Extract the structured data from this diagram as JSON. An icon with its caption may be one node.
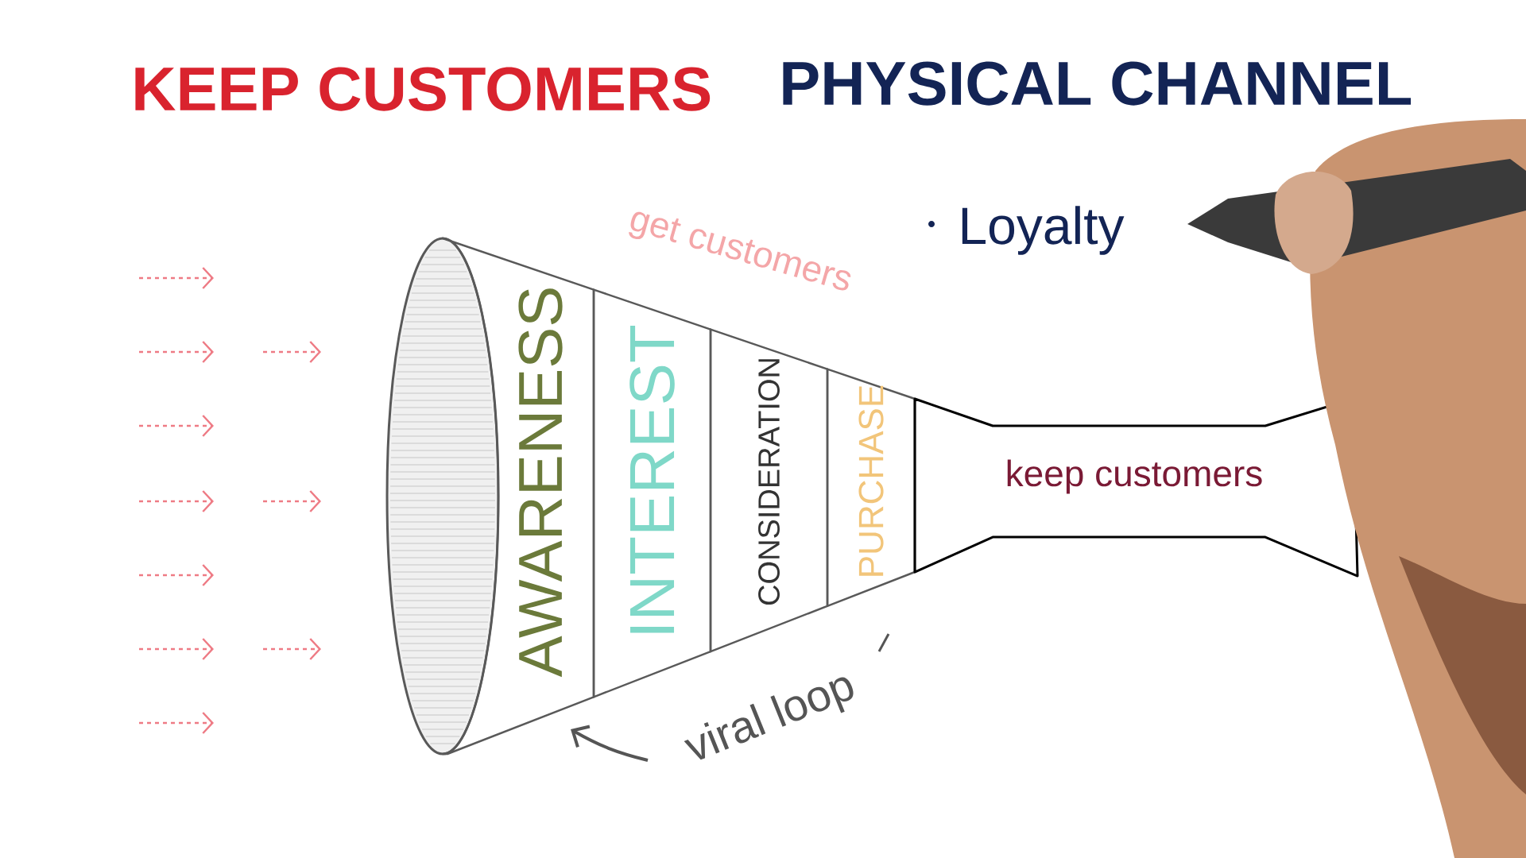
{
  "diagram": {
    "nodes": [
      {
        "text": [
          "AWARENESS"
        ]
      },
      {
        "text": [
          "INTEREST"
        ]
      },
      {
        "text": [
          "CONSIDERATION"
        ]
      },
      {
        "text": [
          "PURCHASE"
        ]
      },
      {
        "text": [
          "keep customers"
        ]
      }
    ],
    "labels": [
      "KEEP CUSTOMERS",
      "PHYSICAL CHANNEL",
      "get customers",
      "Loyalty",
      "viral loop"
    ]
  }
}
